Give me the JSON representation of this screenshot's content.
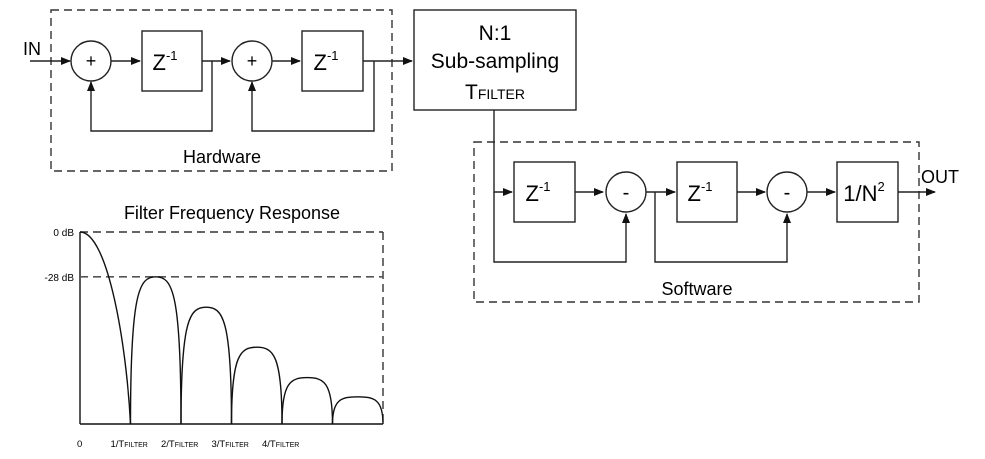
{
  "diagram": {
    "input_label": "IN",
    "output_label": "OUT",
    "hardware": {
      "group_label": "Hardware",
      "stages": [
        {
          "operator": "+",
          "delay": {
            "base": "Z",
            "exponent": "-1"
          }
        },
        {
          "operator": "+",
          "delay": {
            "base": "Z",
            "exponent": "-1"
          }
        }
      ]
    },
    "subsampler": {
      "line1": "N:1",
      "line2": "Sub-sampling",
      "period_base": "T",
      "period_sub": "FILTER"
    },
    "software": {
      "group_label": "Software",
      "stages": [
        {
          "delay": {
            "base": "Z",
            "exponent": "-1"
          },
          "operator": "-"
        },
        {
          "delay": {
            "base": "Z",
            "exponent": "-1"
          },
          "operator": "-"
        }
      ],
      "scaler": {
        "base": "1/N",
        "exponent": "2"
      }
    }
  },
  "chart_data": {
    "type": "line",
    "title": "Filter Frequency Response",
    "xlabel": "",
    "ylabel": "",
    "x_ticks": [
      {
        "value": 0,
        "label": "0",
        "sub": ""
      },
      {
        "value": 1,
        "label": "1/T",
        "sub": "FILTER"
      },
      {
        "value": 2,
        "label": "2/T",
        "sub": "FILTER"
      },
      {
        "value": 3,
        "label": "3/T",
        "sub": "FILTER"
      },
      {
        "value": 4,
        "label": "4/T",
        "sub": "FILTER"
      }
    ],
    "y_ticks": [
      {
        "value": 0,
        "label": "0 dB"
      },
      {
        "value": -28,
        "label": "-28 dB"
      }
    ],
    "xlim": [
      0,
      6
    ],
    "ylim": [
      -120,
      0
    ],
    "reference_lines": [
      0,
      -28
    ],
    "series": [
      {
        "name": "response",
        "lobes": [
          {
            "start": 0,
            "end": 1,
            "peak_at": 0,
            "peak_db": 0
          },
          {
            "start": 1,
            "end": 2,
            "peak_at": 1.5,
            "peak_db": -28
          },
          {
            "start": 2,
            "end": 3,
            "peak_at": 2.5,
            "peak_db": -47
          },
          {
            "start": 3,
            "end": 4,
            "peak_at": 3.5,
            "peak_db": -72
          },
          {
            "start": 4,
            "end": 5,
            "peak_at": 4.5,
            "peak_db": -91
          },
          {
            "start": 5,
            "end": 6,
            "peak_at": 5.5,
            "peak_db": -103
          }
        ]
      }
    ]
  }
}
